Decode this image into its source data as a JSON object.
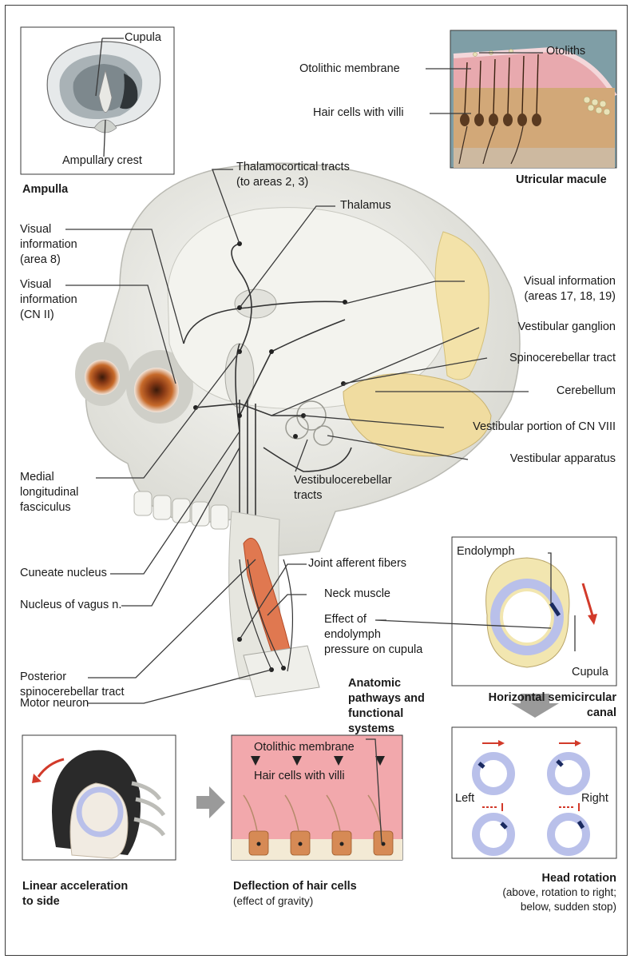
{
  "panels": {
    "ampulla": {
      "caption": "Ampulla",
      "cupula": "Cupula",
      "crest": "Ampullary crest"
    },
    "utricular": {
      "caption": "Utricular macule",
      "otoliths": "Otoliths",
      "otolithic_membrane": "Otolithic membrane",
      "hair_cells": "Hair cells with villi"
    },
    "horizontal": {
      "caption_line1": "Horizontal semicircular",
      "caption_line2": "canal",
      "endolymph": "Endolymph",
      "cupula": "Cupula"
    },
    "head_rotation": {
      "caption": "Head rotation",
      "note_line1": "(above, rotation to right;",
      "note_line2": "below, sudden stop)",
      "left": "Left",
      "right": "Right"
    },
    "linear": {
      "caption_line1": "Linear acceleration",
      "caption_line2": "to side"
    },
    "deflection": {
      "caption": "Deflection of hair cells",
      "note": "(effect of gravity)",
      "otolithic_membrane": "Otolithic membrane",
      "hair_cells": "Hair cells with villi"
    }
  },
  "main": {
    "thalamocortical_1": "Thalamocortical tracts",
    "thalamocortical_2": "(to areas 2, 3)",
    "thalamus": "Thalamus",
    "visual_area8_1": "Visual",
    "visual_area8_2": "information",
    "visual_area8_3": "(area 8)",
    "visual_cn2_1": "Visual",
    "visual_cn2_2": "information",
    "visual_cn2_3": "(CN II)",
    "visual_17_1": "Visual information",
    "visual_17_2": "(areas 17, 18, 19)",
    "vestibular_ganglion": "Vestibular ganglion",
    "spinocerebellar": "Spinocerebellar tract",
    "cerebellum": "Cerebellum",
    "vestibular_cn8": "Vestibular portion of CN VIII",
    "vestibular_apparatus": "Vestibular apparatus",
    "vestibulocerebellar_1": "Vestibulocerebellar",
    "vestibulocerebellar_2": "tracts",
    "mlf_1": "Medial",
    "mlf_2": "longitudinal",
    "mlf_3": "fasciculus",
    "cuneate": "Cuneate nucleus",
    "vagus": "Nucleus of vagus n.",
    "joint_afferent": "Joint afferent fibers",
    "neck_muscle": "Neck muscle",
    "effect_1": "Effect of",
    "effect_2": "endolymph",
    "effect_3": "pressure on cupula",
    "posterior_1": "Posterior",
    "posterior_2": "spinocerebellar tract",
    "motor_neuron": "Motor neuron",
    "anatomic_1": "Anatomic",
    "anatomic_2": "pathways and",
    "anatomic_3": "functional",
    "anatomic_4": "systems"
  },
  "colors": {
    "skull": "#ecece7",
    "cerebellum": "#f0dca0",
    "muscle": "#e07850",
    "membrane": "#ee9aa0",
    "canal": "#b9c0ea",
    "arrow": "#d23a2a"
  }
}
